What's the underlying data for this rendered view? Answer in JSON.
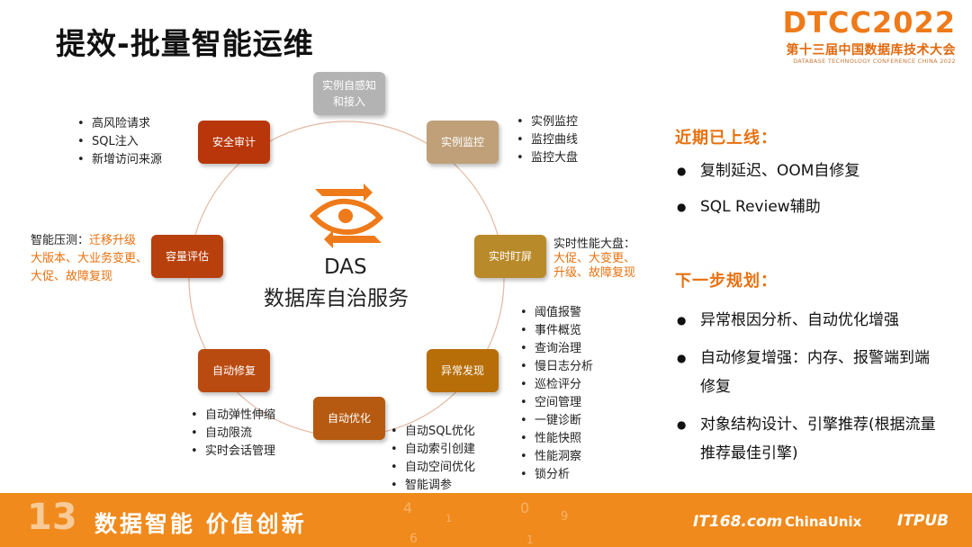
{
  "page_title": "提效-批量智能运维",
  "brand": {
    "logo": "DTCC2022",
    "subtitle": "第十三届中国数据库技术大会",
    "english": "DATABASE TECHNOLOGY CONFERENCE CHINA 2022"
  },
  "das": {
    "name": "DAS",
    "subtitle": "数据库自治服务"
  },
  "nodes": [
    {
      "label": "实例自感知\n和接入",
      "color": "#b3b3b3"
    },
    {
      "label": "实例监控",
      "color": "#bfa078"
    },
    {
      "label": "实时盯屏",
      "color": "#b98a2a"
    },
    {
      "label": "异常发现",
      "color": "#b86e08"
    },
    {
      "label": "自动优化",
      "color": "#b55a10"
    },
    {
      "label": "自动修复",
      "color": "#b94a10"
    },
    {
      "label": "容量评估",
      "color": "#b8400c"
    },
    {
      "label": "安全审计",
      "color": "#b8360a"
    }
  ],
  "lists": {
    "security": [
      "高风险请求",
      "SQL注入",
      "新增访问来源"
    ],
    "monitor": [
      "实例监控",
      "监控曲线",
      "监控大盘"
    ],
    "capacity_prefix": "智能压测：",
    "capacity_highlight": "迁移升级",
    "capacity_lines": [
      "大版本、大业务变更、",
      "大促、故障复现"
    ],
    "realtime_prefix": "实时性能大盘：",
    "realtime_lines": [
      "大促、大变更、",
      "升级、故障复现"
    ],
    "anomaly": [
      "阈值报警",
      "事件概览",
      "查询治理",
      "慢日志分析",
      "巡检评分",
      "空间管理",
      "一键诊断",
      "性能快照",
      "性能洞察",
      "锁分析"
    ],
    "auto_repair": [
      "自动弹性伸缩",
      "自动限流",
      "实时会话管理"
    ],
    "auto_optimize": [
      "自动SQL优化",
      "自动索引创建",
      "自动空间优化",
      "智能调参"
    ]
  },
  "recent": {
    "title": "近期已上线：",
    "items": [
      "复制延迟、OOM自修复",
      "SQL Review辅助"
    ]
  },
  "next": {
    "title": "下一步规划：",
    "items": [
      "异常根因分析、自动优化增强",
      "自动修复增强：内存、报警端到端修复",
      "对象结构设计、引擎推荐(根据流量推荐最佳引擎)"
    ]
  },
  "footer": {
    "slogan": "数据智能 价值创新",
    "badge": "13",
    "partners": [
      "IT168.com",
      "ChinaUnix",
      "ITPUB"
    ]
  },
  "colors": {
    "accent": "#e8700e",
    "footer": "#f08a1c"
  }
}
